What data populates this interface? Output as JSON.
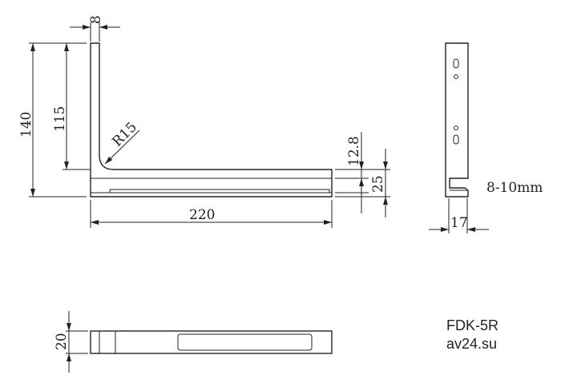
{
  "front_view": {
    "dimensions": {
      "thickness": "8",
      "total_height": "140",
      "inner_height": "115",
      "radius": "R15",
      "length": "220",
      "slot_offset": "12.8",
      "base_height": "25"
    }
  },
  "side_view": {
    "dimensions": {
      "width": "17",
      "gap": "8-10mm"
    }
  },
  "bottom_view": {
    "dimensions": {
      "width": "20"
    }
  },
  "labels": {
    "model": "FDK-5R",
    "site": "av24.su"
  },
  "colors": {
    "line": "#222222",
    "background": "#ffffff"
  }
}
